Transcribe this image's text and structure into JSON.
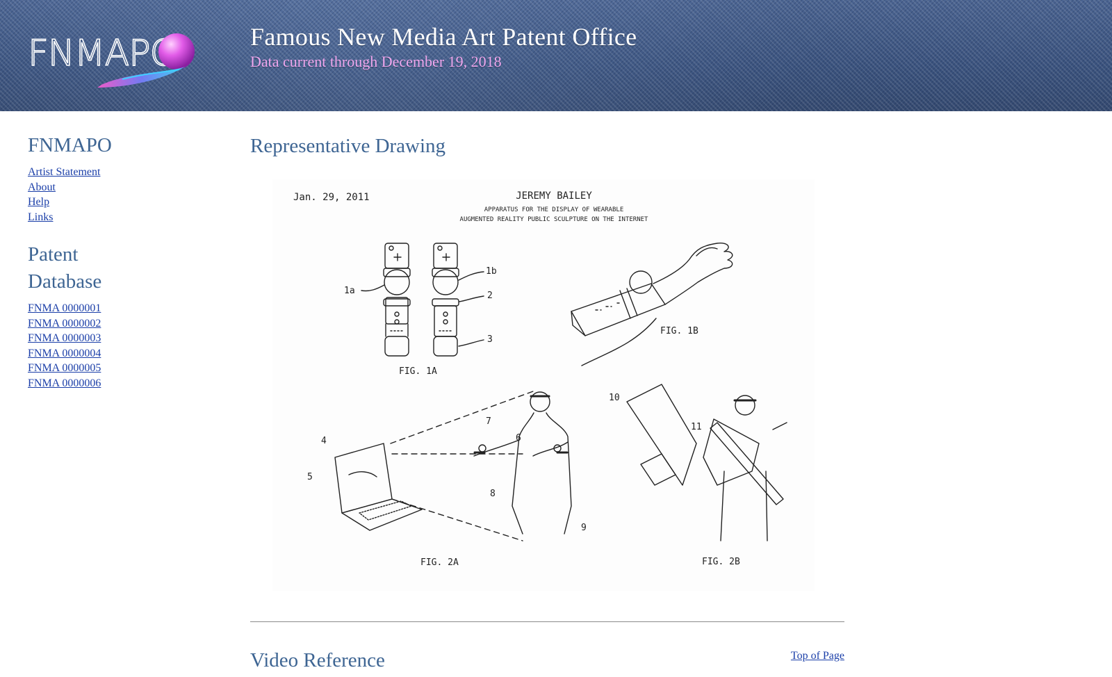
{
  "header": {
    "logo_text": "FNMAPO",
    "title": "Famous New Media Art Patent Office",
    "subtitle": "Data current through December 19, 2018"
  },
  "sidebar": {
    "heading": "FNMAPO",
    "links": [
      "Artist Statement",
      "About",
      "Help",
      "Links"
    ],
    "database_heading": "Patent Database",
    "patents": [
      "FNMA 0000001",
      "FNMA 0000002",
      "FNMA 0000003",
      "FNMA 0000004",
      "FNMA 0000005",
      "FNMA 0000006"
    ]
  },
  "main": {
    "drawing_heading": "Representative Drawing",
    "video_heading": "Video Reference",
    "top_link": "Top of Page"
  },
  "drawing": {
    "date": "Jan. 29, 2011",
    "author": "JEREMY BAILEY",
    "title_line1": "APPARATUS FOR THE DISPLAY OF WEARABLE",
    "title_line2": "AUGMENTED REALITY PUBLIC SCULPTURE ON THE INTERNET",
    "fig_1a": "FIG. 1A",
    "fig_1b": "FIG. 1B",
    "fig_2a": "FIG. 2A",
    "fig_2b": "FIG. 2B",
    "refs": {
      "r1a": "1a",
      "r1b": "1b",
      "r2": "2",
      "r3": "3",
      "r4": "4",
      "r5": "5",
      "r6": "6",
      "r7": "7",
      "r8": "8",
      "r9": "9",
      "r10": "10",
      "r11": "11"
    }
  },
  "colors": {
    "heading": "#3e6593",
    "link": "#1a3ea8",
    "subtitle": "#f0a8f0",
    "header_bg": "#3b5580"
  }
}
